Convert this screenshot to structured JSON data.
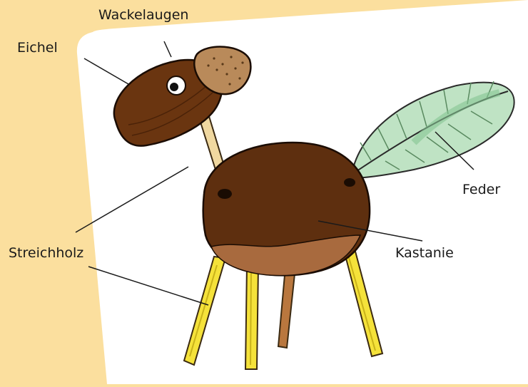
{
  "labels": {
    "wackelaugen": "Wackelaugen",
    "eichel": "Eichel",
    "feder": "Feder",
    "streichholz": "Streichholz",
    "kastanie": "Kastanie"
  },
  "colors": {
    "background": "#fbdf9e",
    "card": "#ffffff",
    "chestnut": "#5e2f0f",
    "chestnut_light": "#a86a3e",
    "acorn": "#6a3510",
    "acorn_cap": "#b98a5a",
    "match": "#f5e23a",
    "match_outline": "#3b2a12",
    "feather": "#9fd3a8",
    "eye_white": "#ffffff",
    "line": "#1a1a1a"
  }
}
